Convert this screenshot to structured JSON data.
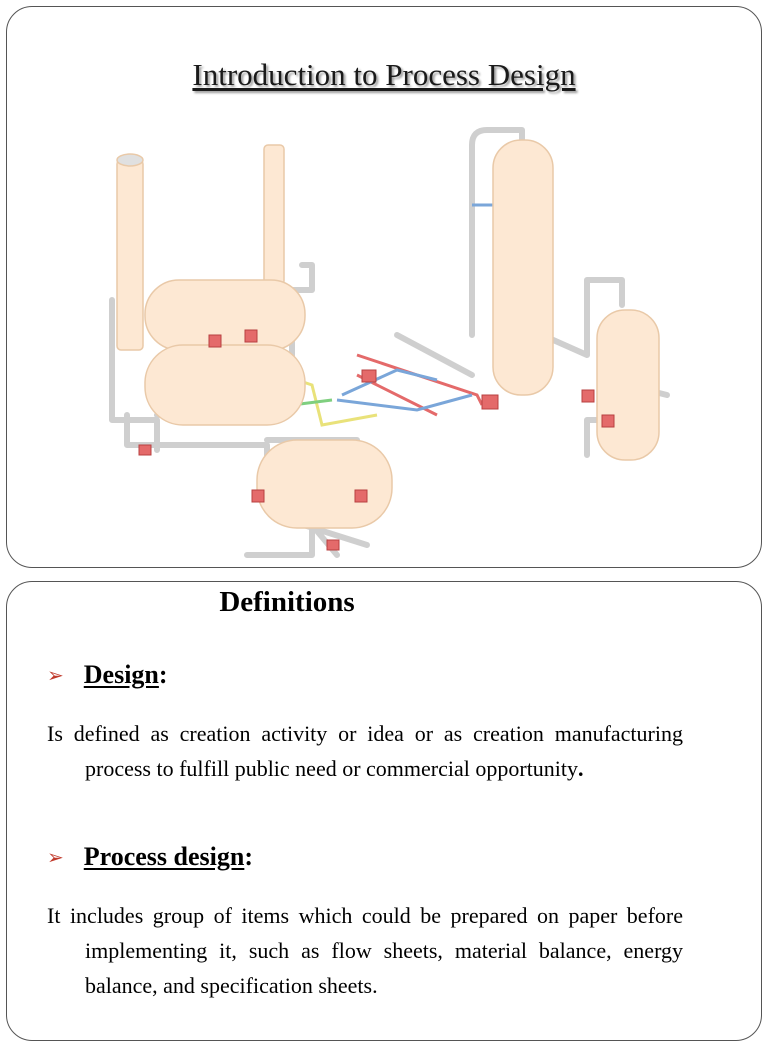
{
  "slide1": {
    "title": "Introduction to Process Design",
    "illustration": "process-plant-piping-illustration"
  },
  "slide2": {
    "title": "Definitions",
    "items": [
      {
        "term": "Design",
        "colon": ":",
        "text": "Is defined as creation activity or idea or as creation manufacturing process to fulfill public need or commercial opportunity",
        "end": "."
      },
      {
        "term": "Process design",
        "colon": ":",
        "text": "It includes group of items which could be prepared on paper before implementing it, such as flow sheets, material balance, energy balance, and specification sheets.",
        "end": ""
      }
    ]
  },
  "colors": {
    "vessel_fill": "#fde8d3",
    "vessel_stroke": "#e9c9a8",
    "pipe_grey": "#cfcfcf",
    "pipe_red": "#e46a6a",
    "pipe_blue": "#7aa6d9",
    "pipe_yellow": "#e9e27a",
    "pipe_green": "#7fcf7f",
    "bullet_arrow": "#c0392b"
  }
}
